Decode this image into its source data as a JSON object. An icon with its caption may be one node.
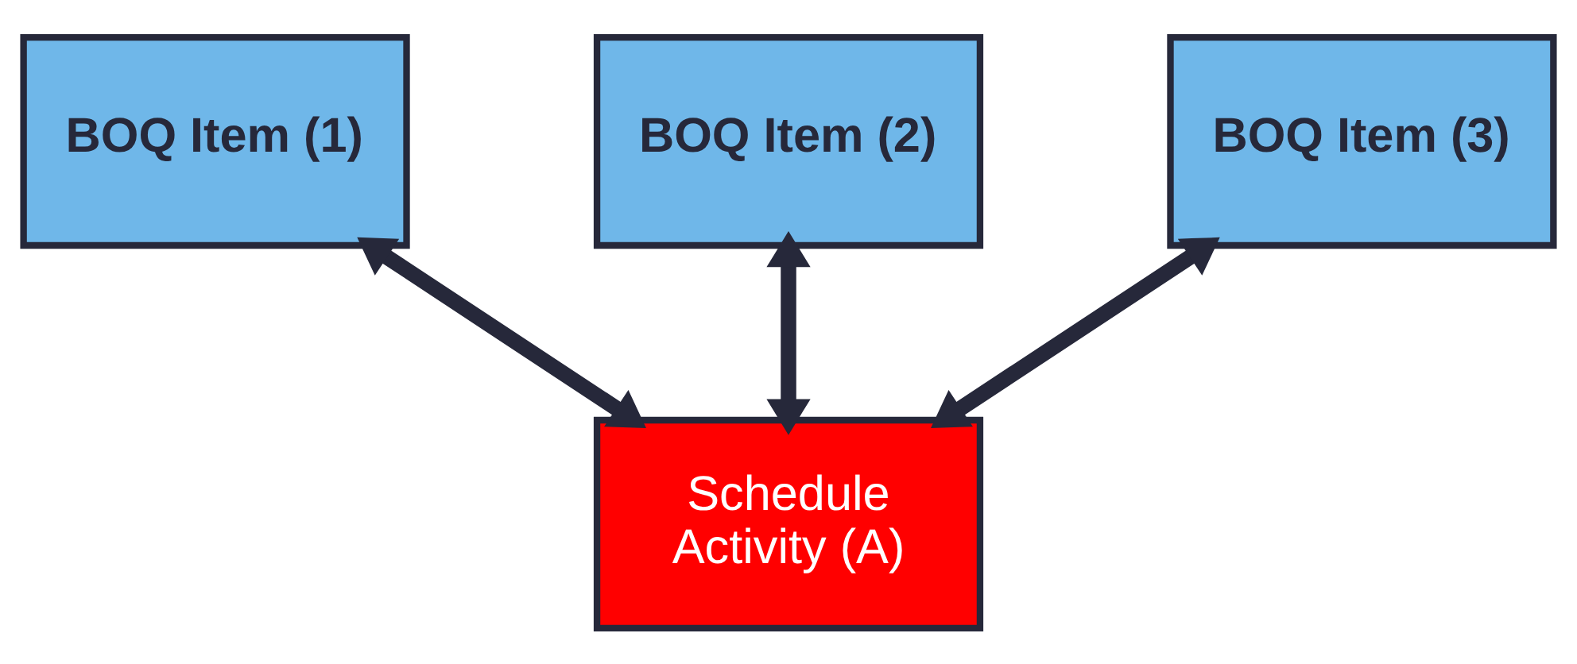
{
  "diagram": {
    "nodes": [
      {
        "text": [
          "BOQ Item (1)"
        ]
      },
      {
        "text": [
          "BOQ Item (2)"
        ]
      },
      {
        "text": [
          "BOQ Item (3)"
        ]
      },
      {
        "text": [
          "Schedule Activity (A)"
        ]
      }
    ],
    "edges": [
      {
        "from": 0,
        "to": 3,
        "arrow": "both"
      },
      {
        "from": 1,
        "to": 3,
        "arrow": "both"
      },
      {
        "from": 2,
        "to": 3,
        "arrow": "both"
      }
    ]
  }
}
